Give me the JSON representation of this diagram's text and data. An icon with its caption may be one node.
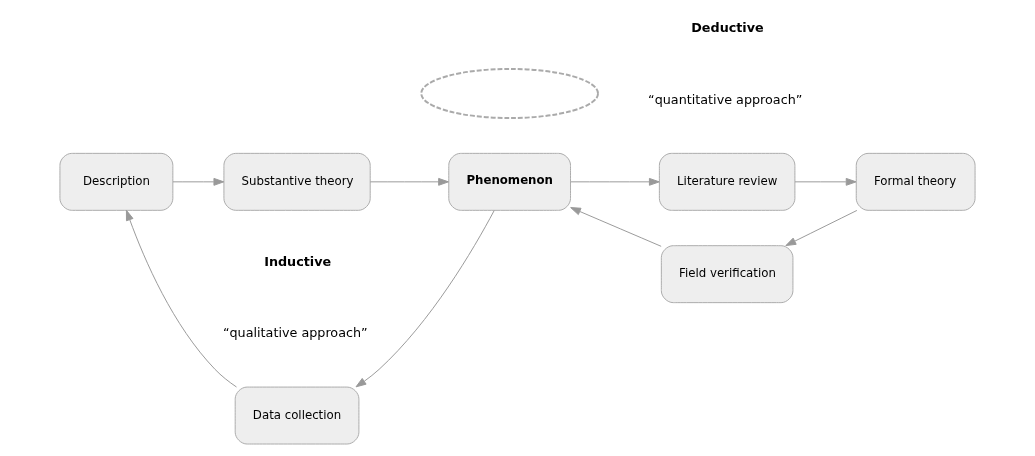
{
  "diagram": {
    "nodes": [
      {
        "text": [
          "Phenomenon"
        ]
      },
      {
        "text": [
          "Data collection"
        ]
      },
      {
        "text": [
          "Description"
        ]
      },
      {
        "text": [
          "Substantive theory"
        ]
      },
      {
        "text": [
          "Literature review"
        ]
      },
      {
        "text": [
          "Formal theory"
        ]
      },
      {
        "text": [
          "Field verification"
        ]
      },
      {
        "text": [],
        "shape": "ellipse"
      }
    ],
    "edges": [
      {
        "from": 0,
        "to": 1,
        "arrow": "to"
      },
      {
        "from": 1,
        "to": 2,
        "arrow": "to"
      },
      {
        "from": 2,
        "to": 3,
        "arrow": "to"
      },
      {
        "from": 3,
        "to": 0,
        "arrow": "to"
      },
      {
        "from": 0,
        "to": 4,
        "arrow": "to"
      },
      {
        "from": 4,
        "to": 5,
        "arrow": "to"
      },
      {
        "from": 5,
        "to": 6,
        "arrow": "to"
      },
      {
        "from": 6,
        "to": 0,
        "arrow": "to"
      }
    ],
    "labels": [
      "Inductive",
      "“qualitative approach”",
      "Deductive",
      "“quantitative approach”"
    ]
  }
}
